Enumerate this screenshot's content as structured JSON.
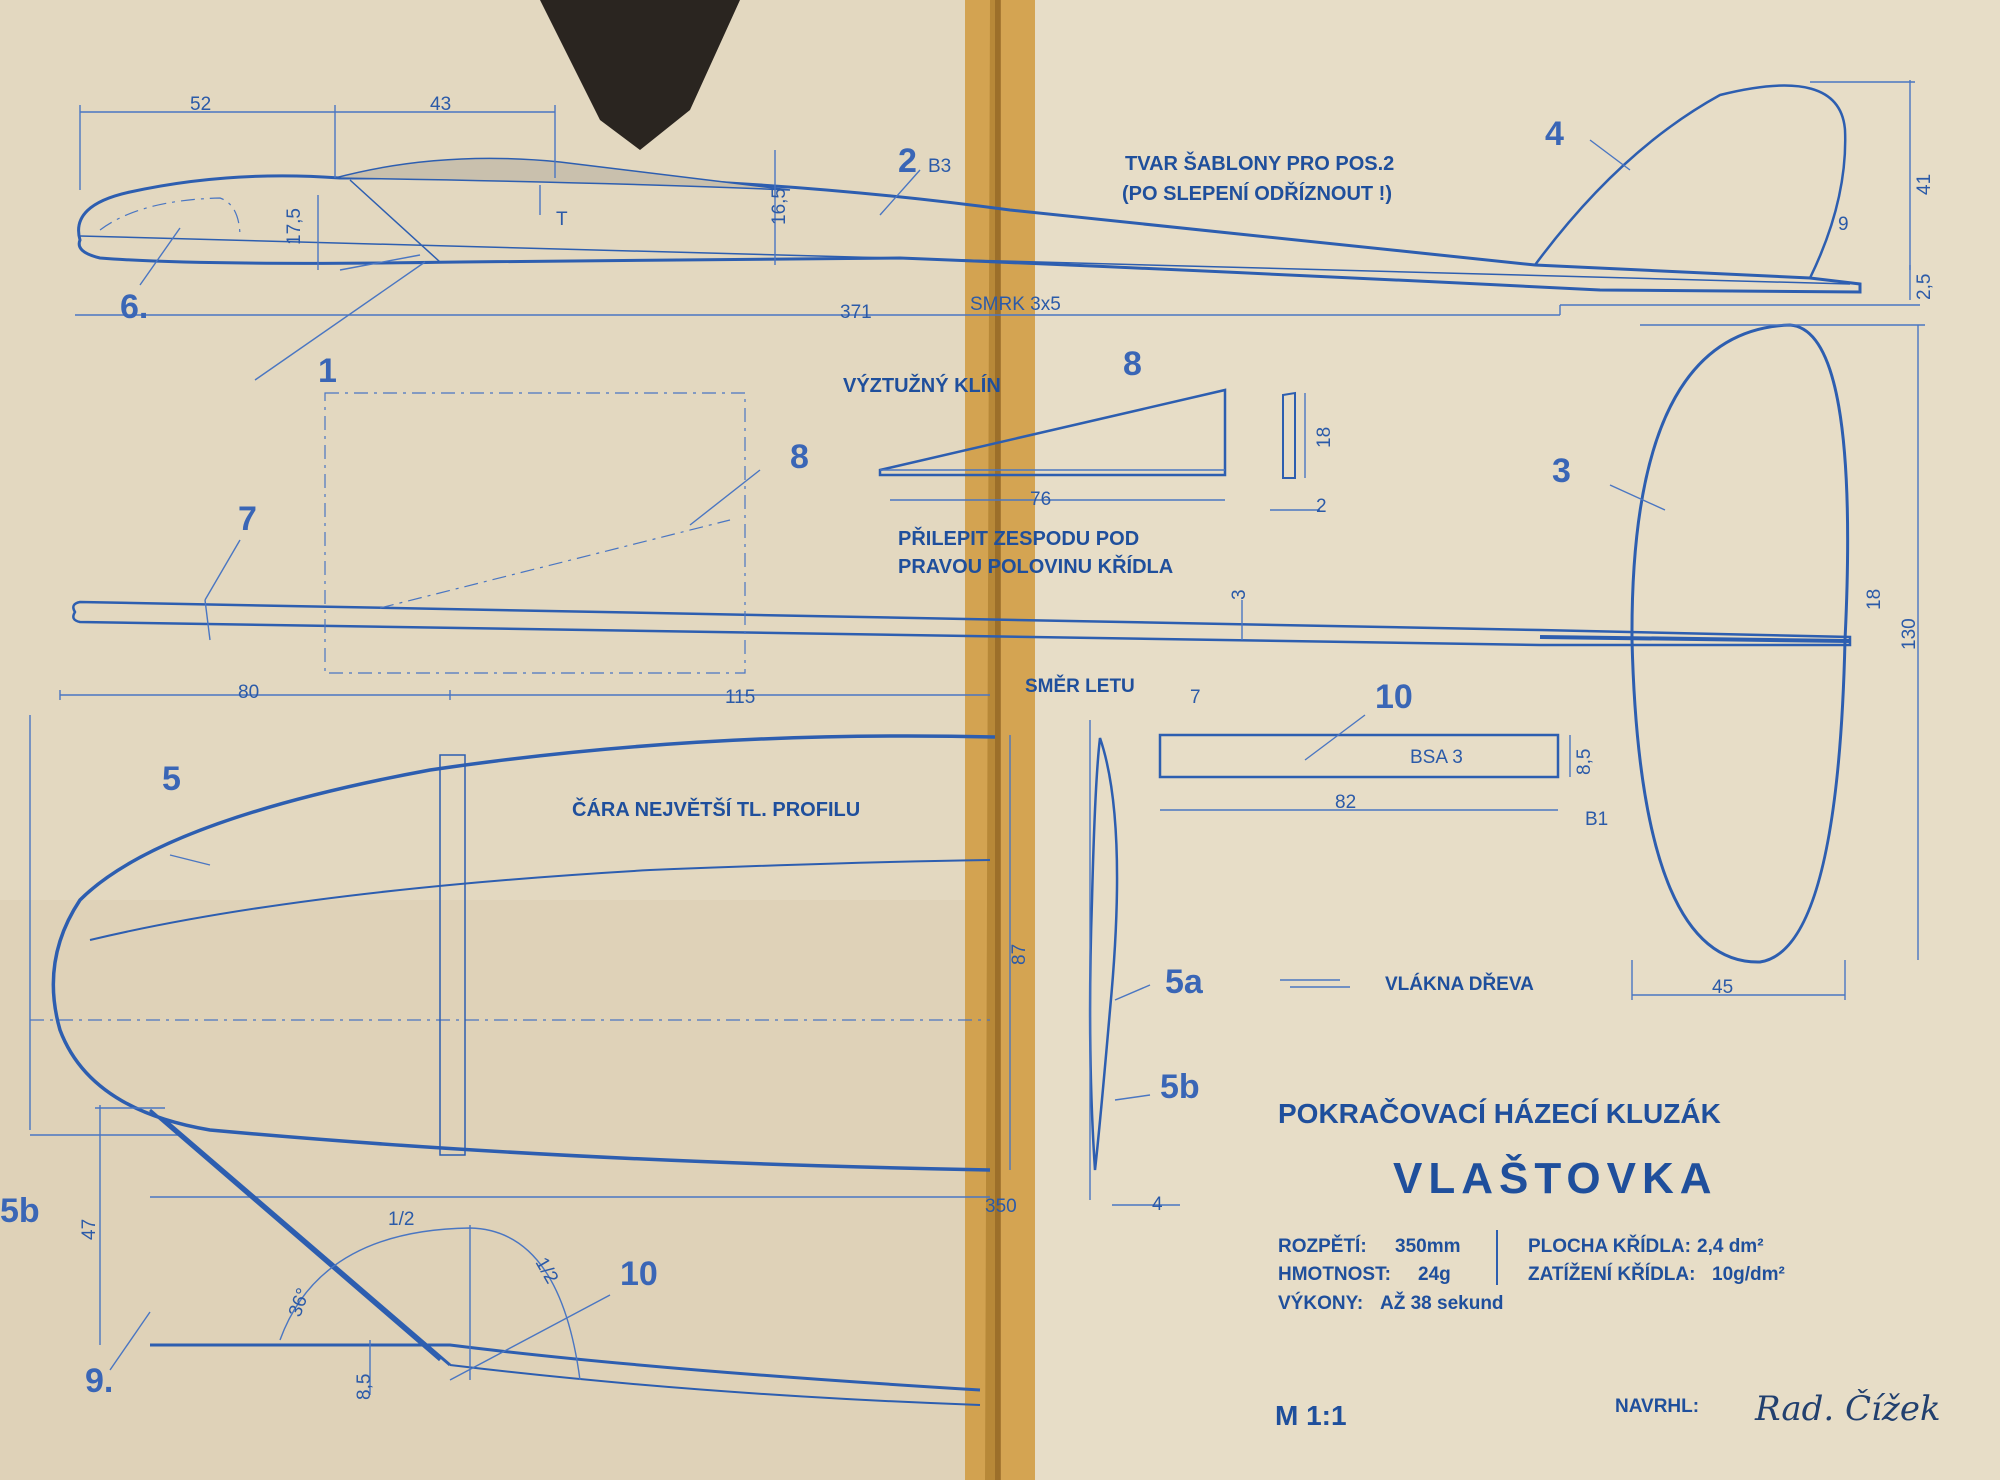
{
  "sheet": {
    "title_line1": "POKRAČOVACÍ HÁZECÍ KLUZÁK",
    "title_line2": "VLAŠTOVKA",
    "scale": "M 1:1",
    "designer_label": "NAVRHL:",
    "designer_signature": "Rad. Čížek",
    "colors": {
      "paper": "#e6dcc6",
      "ink": "#2d5eb0",
      "tape": "#d19a3a",
      "background": "#2a2520"
    }
  },
  "specs": {
    "span_label": "ROZPĚTÍ:",
    "span_value": "350mm",
    "mass_label": "HMOTNOST:",
    "mass_value": "24g",
    "perf_label": "VÝKONY:",
    "perf_value": "AŽ 38 sekund",
    "area_label": "PLOCHA KŘÍDLA:",
    "area_value": "2,4 dm²",
    "load_label": "ZATÍŽENÍ KŘÍDLA:",
    "load_value": "10g/dm²"
  },
  "annotations": {
    "template_note_1": "TVAR ŠABLONY PRO POS.2",
    "template_note_2": "(PO SLEPENÍ ODŘÍZNOUT !)",
    "spar": "SMRK 3x5",
    "wedge": "VÝZTUŽNÝ KLÍN",
    "glue_note_1": "PŘILEPIT ZESPODU POD",
    "glue_note_2": "PRAVOU POLOVINU KŘÍDLA",
    "flight_dir": "SMĚR LETU",
    "profile_line": "ČÁRA NEJVĚTŠÍ TL. PROFILU",
    "grain": "VLÁKNA DŘEVA",
    "material_10": "BSA 3",
    "material_b1": "B1",
    "material_b3": "B3",
    "t_mark": "T"
  },
  "parts": {
    "p1": "1",
    "p2": "2",
    "p3": "3",
    "p4": "4",
    "p5": "5",
    "p5a": "5a",
    "p5b": "5b",
    "p5b_left": "5b",
    "p6": "6.",
    "p7": "7",
    "p8_top": "8",
    "p8_mid": "8",
    "p9": "9.",
    "p10_top": "10",
    "p10_bottom": "10"
  },
  "dimensions": {
    "d52": "52",
    "d43": "43",
    "d17_5": "17,5",
    "d16_5": "16,5",
    "d371": "371",
    "d41": "41",
    "d9": "9",
    "d2_5": "2,5",
    "d76": "76",
    "d18_wedge": "18",
    "d2": "2",
    "d3": "3",
    "d18_fin": "18",
    "d130": "130",
    "d80": "80",
    "d115": "115",
    "d7": "7",
    "d8_5_bar": "8,5",
    "d82": "82",
    "d87": "87",
    "d4": "4",
    "d45": "45",
    "d47": "47",
    "d36": "36°",
    "d1_2_a": "1/2",
    "d1_2_b": "1/2",
    "d8_5_bottom": "8,5",
    "d350": "350"
  }
}
